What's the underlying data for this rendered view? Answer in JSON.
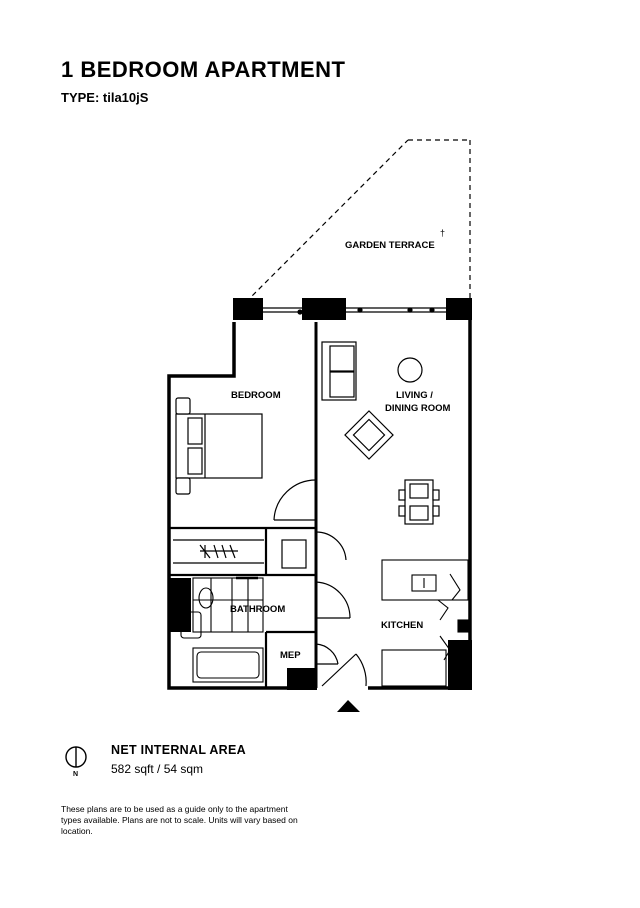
{
  "header": {
    "title": "1 BEDROOM APARTMENT",
    "type_label": "TYPE: tila10jS"
  },
  "rooms": {
    "garden_terrace": "GARDEN TERRACE",
    "garden_terrace_mark": "†",
    "bedroom": "BEDROOM",
    "living_line1": "LIVING /",
    "living_line2": "DINING ROOM",
    "bathroom": "BATHROOM",
    "kitchen": "KITCHEN",
    "mep": "MEP"
  },
  "area": {
    "title": "NET INTERNAL AREA",
    "value": "582 sqft / 54 sqm"
  },
  "compass": {
    "letter": "N"
  },
  "disclaimer": "These plans are to be used as a guide only to the apartment types available. Plans are not to scale. Units will vary based on location."
}
